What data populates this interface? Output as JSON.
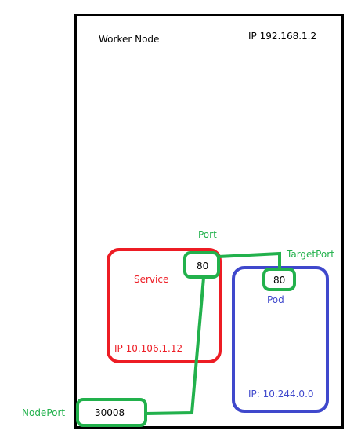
{
  "colors": {
    "background": "#ffffff",
    "node_border": "#000000",
    "service": "#ed1c24",
    "pod": "#3f48cc",
    "port": "#22b14c",
    "text_dark": "#000000"
  },
  "worker_node": {
    "title": "Worker Node",
    "ip": "IP 192.168.1.2"
  },
  "service": {
    "label": "Service",
    "ip": "IP 10.106.1.12"
  },
  "pod": {
    "label": "Pod",
    "ip": "IP: 10.244.0.0"
  },
  "ports": {
    "port_caption": "Port",
    "port_value": "80",
    "target_caption": "TargetPort",
    "target_value": "80",
    "node_caption": "NodePort",
    "node_value": "30008"
  }
}
